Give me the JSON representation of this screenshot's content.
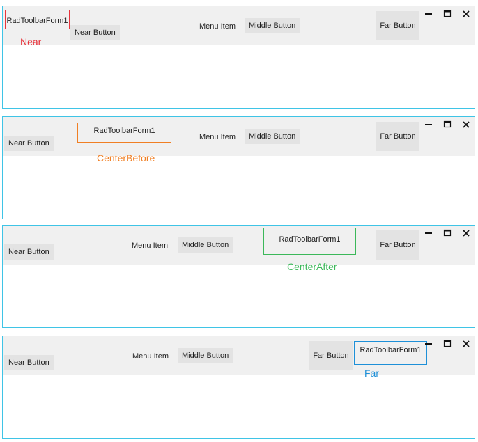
{
  "colors": {
    "form_border": "#3fc4e6",
    "toolbar_bg": "#f0f0f0",
    "button_bg": "#e3e3e3",
    "near": "#e8333b",
    "center_before": "#f07f24",
    "center_after": "#3cb85a",
    "far": "#1e90d8"
  },
  "icons": {
    "minimize": "minimize-icon",
    "maximize": "maximize-icon",
    "close": "close-icon"
  },
  "forms": [
    {
      "title": "RadToolbarForm1",
      "caption": "Near",
      "near_button": "Near Button",
      "menu_item": "Menu Item",
      "middle_button": "Middle Button",
      "far_button": "Far Button"
    },
    {
      "title": "RadToolbarForm1",
      "caption": "CenterBefore",
      "near_button": "Near Button",
      "menu_item": "Menu Item",
      "middle_button": "Middle Button",
      "far_button": "Far Button"
    },
    {
      "title": "RadToolbarForm1",
      "caption": "CenterAfter",
      "near_button": "Near Button",
      "menu_item": "Menu Item",
      "middle_button": "Middle Button",
      "far_button": "Far Button"
    },
    {
      "title": "RadToolbarForm1",
      "caption": "Far",
      "near_button": "Near Button",
      "menu_item": "Menu Item",
      "middle_button": "Middle Button",
      "far_button": "Far Button"
    }
  ]
}
